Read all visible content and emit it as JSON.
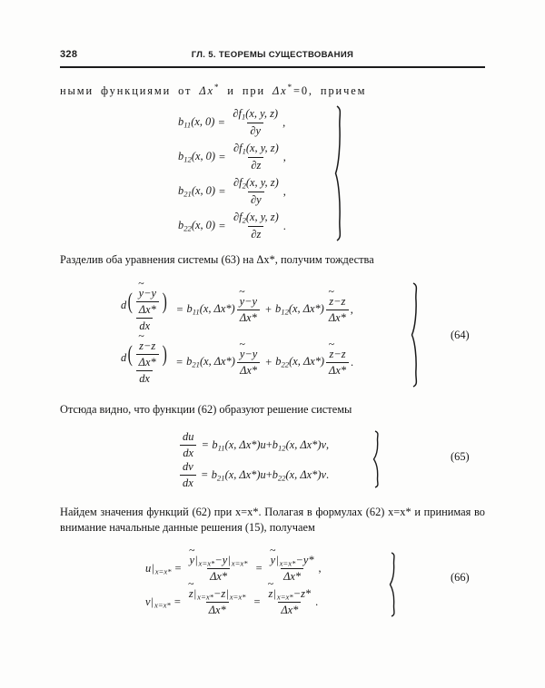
{
  "page": {
    "folio": "328",
    "chapter_title": "ГЛ. 5. ТЕОРЕМЫ СУЩЕСТВОВАНИЯ"
  },
  "body": {
    "line1_prefix": "ными функциями от ",
    "line1_delta": "Δx",
    "line1_star": "*",
    "line1_mid": " и при ",
    "line1_delta2": "Δx",
    "line1_star2": "*",
    "line1_suffix": "=0, причем",
    "para_after_eq1": "Разделив оба уравнения системы (63) на Δx*, получим тождества",
    "para_after_eq64": "Отсюда видно, что функции (62) образуют решение системы",
    "para_after_eq65": "Найдем значения функций (62) при x=x*. Полагая в формулах (62) x=x* и принимая во внимание начальные данные решения (15), получаем"
  },
  "equations": {
    "block1": {
      "number": "",
      "rows": [
        {
          "lhs": "b",
          "lhs_sub": "11",
          "lhs_args": "(x, 0)",
          "rel": "=",
          "num": "∂f",
          "num_sub": "1",
          "num_args": "(x,  y,  z)",
          "den": "∂y",
          "punct": ","
        },
        {
          "lhs": "b",
          "lhs_sub": "12",
          "lhs_args": "(x, 0)",
          "rel": "=",
          "num": "∂f",
          "num_sub": "1",
          "num_args": "(x,  y,  z)",
          "den": "∂z",
          "punct": ","
        },
        {
          "lhs": "b",
          "lhs_sub": "21",
          "lhs_args": "(x, 0)",
          "rel": "=",
          "num": "∂f",
          "num_sub": "2",
          "num_args": "(x,  y,  z)",
          "den": "∂y",
          "punct": ","
        },
        {
          "lhs": "b",
          "lhs_sub": "22",
          "lhs_args": "(x, 0)",
          "rel": "=",
          "num": "∂f",
          "num_sub": "2",
          "num_args": "(x,  y,  z)",
          "den": "∂z",
          "punct": "."
        }
      ]
    },
    "block64": {
      "number": "(64)",
      "row1": {
        "outer_num_d": "d",
        "inner_num": "y",
        "inner_num_tilde": "~",
        "inner_num_rest": "−y",
        "inner_den": "Δx*",
        "outer_den": "dx",
        "rel": "=",
        "t1_coef": "b",
        "t1_sub": "11",
        "t1_args": "(x,  Δx*)",
        "t1_frac_num_var": "y",
        "t1_frac_num_rest": "−y",
        "t1_frac_den": "Δx*",
        "plus": "+",
        "t2_coef": "b",
        "t2_sub": "12",
        "t2_args": "(x,  Δx*)",
        "t2_frac_num_var": "z",
        "t2_frac_num_rest": "−z",
        "t2_frac_den": "Δx*",
        "punct": ","
      },
      "row2": {
        "outer_num_d": "d",
        "inner_num": "z",
        "inner_num_tilde": "~",
        "inner_num_rest": "−z",
        "inner_den": "Δx*",
        "outer_den": "dx",
        "rel": "=",
        "t1_coef": "b",
        "t1_sub": "21",
        "t1_args": "(x,  Δx*)",
        "t1_frac_num_var": "y",
        "t1_frac_num_rest": "−y",
        "t1_frac_den": "Δx*",
        "plus": "+",
        "t2_coef": "b",
        "t2_sub": "22",
        "t2_args": "(x,  Δx*)",
        "t2_frac_num_var": "z",
        "t2_frac_num_rest": "−z",
        "t2_frac_den": "Δx*",
        "punct": "."
      }
    },
    "block65": {
      "number": "(65)",
      "row1": {
        "num": "du",
        "den": "dx",
        "rel": "=",
        "t1_coef": "b",
        "t1_sub": "11",
        "t1_args": "(x,  Δx*)",
        "t1_var": "u",
        "plus": "+",
        "t2_coef": "b",
        "t2_sub": "12",
        "t2_args": "(x,  Δx*)",
        "t2_var": "v",
        "punct": ","
      },
      "row2": {
        "num": "dv",
        "den": "dx",
        "rel": "=",
        "t1_coef": "b",
        "t1_sub": "21",
        "t1_args": "(x,  Δx*)",
        "t1_var": "u",
        "plus": "+",
        "t2_coef": "b",
        "t2_sub": "22",
        "t2_args": "(x,  Δx*)",
        "t2_var": "v",
        "punct": "."
      }
    },
    "block66": {
      "number": "(66)",
      "row1": {
        "lhs_var": "u",
        "lhs_cond": "x=x*",
        "rel1": "=",
        "f1_num_var": "y",
        "f1_num_cond": "x=x*",
        "f1_num_minus": "−y",
        "f1_num_cond2": "x=x*",
        "f1_den": "Δx*",
        "rel2": "=",
        "f2_num_var": "y",
        "f2_num_cond": "x=x*",
        "f2_num_minus": "−y*",
        "f2_den": "Δx*",
        "punct": ","
      },
      "row2": {
        "lhs_var": "v",
        "lhs_cond": "x=x*",
        "rel1": "=",
        "f1_num_var": "z",
        "f1_num_cond": "x=x*",
        "f1_num_minus": "−z",
        "f1_num_cond2": "x=x*",
        "f1_den": "Δx*",
        "rel2": "=",
        "f2_num_var": "z",
        "f2_num_cond": "x=x*",
        "f2_num_minus": "−z*",
        "f2_den": "Δx*",
        "punct": "."
      }
    }
  }
}
